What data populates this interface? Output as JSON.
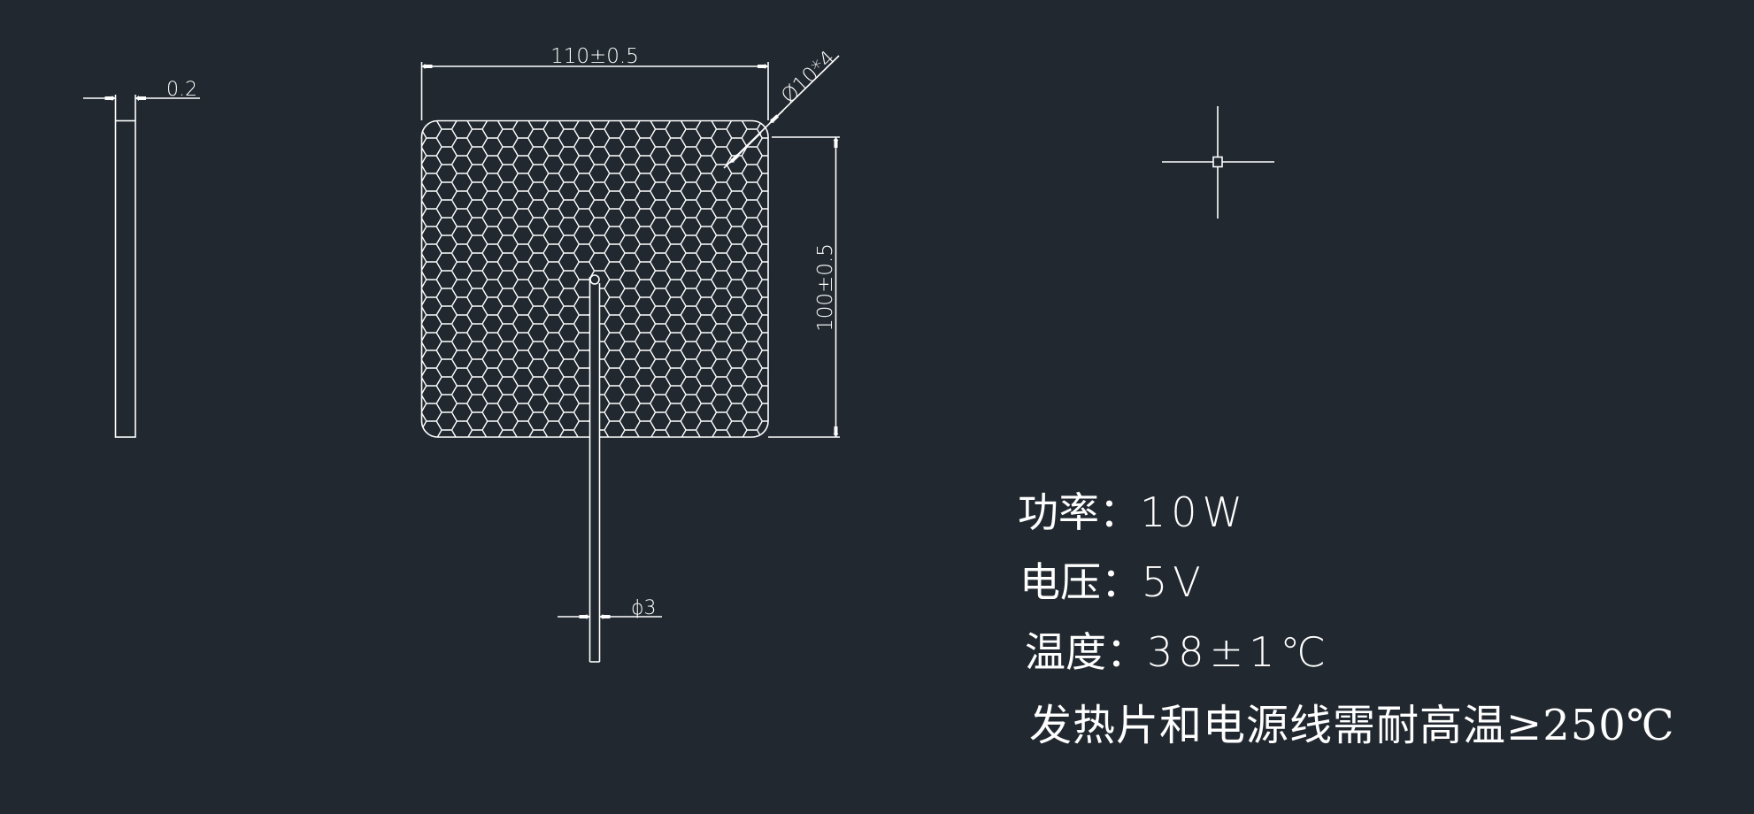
{
  "drawing": {
    "background_color": "#212830",
    "line_color": "#ffffff",
    "side_view": {
      "thickness_label": "0.2"
    },
    "front_view": {
      "width_label": "110±0.5",
      "height_label": "100±0.5",
      "hole_label": "Ø10*4",
      "cable_label": "ϕ3",
      "pattern": "hexagonal-mesh"
    },
    "cursor": {
      "type": "crosshair-pickbox"
    }
  },
  "specs": {
    "power": {
      "label": "功率：",
      "value": "10W"
    },
    "voltage": {
      "label": "电压：",
      "value": "5V"
    },
    "temperature": {
      "label": "温度：",
      "value": "38±1℃"
    },
    "note": "发热片和电源线需耐高温≥250℃"
  }
}
